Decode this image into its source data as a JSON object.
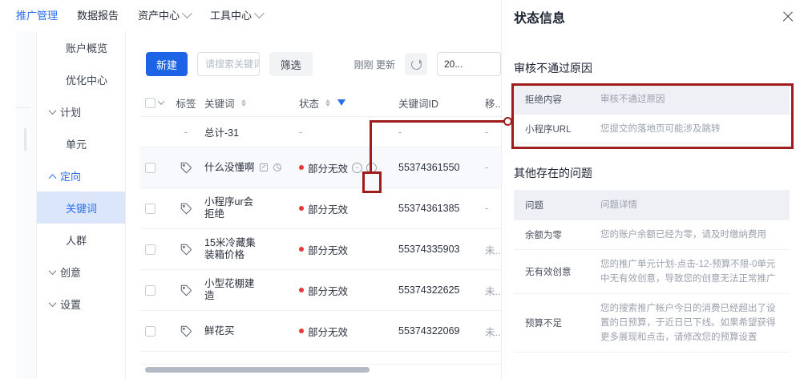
{
  "topnav": {
    "items": [
      {
        "label": "推广管理",
        "active": true,
        "caret": false
      },
      {
        "label": "数据报告",
        "active": false,
        "caret": false
      },
      {
        "label": "资产中心",
        "active": false,
        "caret": true
      },
      {
        "label": "工具中心",
        "active": false,
        "caret": true
      }
    ]
  },
  "sidebar": {
    "items": [
      {
        "label": "账户概览",
        "type": "leaf",
        "state": ""
      },
      {
        "label": "优化中心",
        "type": "leaf",
        "state": ""
      },
      {
        "label": "计划",
        "type": "group",
        "state": "collapsed"
      },
      {
        "label": "单元",
        "type": "leaf",
        "state": ""
      },
      {
        "label": "定向",
        "type": "group",
        "state": "expanded"
      },
      {
        "label": "关键词",
        "type": "leaf",
        "state": "selected"
      },
      {
        "label": "人群",
        "type": "leaf",
        "state": ""
      },
      {
        "label": "创意",
        "type": "group",
        "state": "collapsed"
      },
      {
        "label": "设置",
        "type": "group",
        "state": "collapsed"
      }
    ]
  },
  "toolbar": {
    "new_label": "新建",
    "search_placeholder": "请搜索关键词",
    "search_value": "",
    "filter_label": "筛选",
    "update_text": "刚刚 更新",
    "refresh_icon": "refresh-icon",
    "date_value": "20..."
  },
  "table": {
    "headers": {
      "tag": "标签",
      "keyword": "关键词",
      "status": "状态",
      "keyword_id": "关键词ID",
      "more": "移..."
    },
    "total_row": {
      "tag": "-",
      "keyword": "总计-31",
      "status": "-",
      "keyword_id": "-",
      "more": "-"
    },
    "rows": [
      {
        "keyword": "什么没懂啊",
        "has_edit_icon": true,
        "has_chart_icon": true,
        "status": "部分无效",
        "has_minus_icon": true,
        "has_info_icon": true,
        "keyword_id": "55374361550",
        "more": "-"
      },
      {
        "keyword": "小程序ur会拒绝",
        "has_edit_icon": false,
        "has_chart_icon": false,
        "status": "部分无效",
        "has_minus_icon": false,
        "has_info_icon": false,
        "keyword_id": "55374361385",
        "more": "-"
      },
      {
        "keyword": "15米冷藏集装箱价格",
        "has_edit_icon": false,
        "has_chart_icon": false,
        "status": "部分无效",
        "has_minus_icon": false,
        "has_info_icon": false,
        "keyword_id": "55374335903",
        "more": "未..."
      },
      {
        "keyword": "小型花棚建造",
        "has_edit_icon": false,
        "has_chart_icon": false,
        "status": "部分无效",
        "has_minus_icon": false,
        "has_info_icon": false,
        "keyword_id": "55374322625",
        "more": "未..."
      },
      {
        "keyword": "鲜花买",
        "has_edit_icon": false,
        "has_chart_icon": false,
        "status": "部分无效",
        "has_minus_icon": false,
        "has_info_icon": false,
        "keyword_id": "55374322069",
        "more": "未..."
      }
    ]
  },
  "panel": {
    "title": "状态信息",
    "close_icon": "close-icon",
    "reject_section": {
      "title": "审核不通过原因",
      "headers": {
        "key": "拒绝内容",
        "value": "审核不通过原因"
      },
      "rows": [
        {
          "key": "小程序URL",
          "value": "您提交的落地页可能涉及跳转"
        }
      ]
    },
    "issues_section": {
      "title": "其他存在的问题",
      "headers": {
        "key": "问题",
        "value": "问题详情"
      },
      "rows": [
        {
          "key": "余额为零",
          "value": "您的账户余额已经为零，请及时缴纳费用"
        },
        {
          "key": "无有效创意",
          "value": "您的推广单元计划-点击-12-预算不限-0单元中无有效创意，导致您的创意无法正常推广"
        },
        {
          "key": "预算不足",
          "value": "您的搜索推广帐户今日的消费已经超出了设置的日预算，于近日已下线。如果希望获得更多展现和点击，请修改您的预算设置"
        }
      ]
    }
  },
  "colors": {
    "accent": "#2a6ef0",
    "primary_button": "#1d63e6",
    "status_dot": "#e53935",
    "annotation": "#9e1c1c",
    "selected_sidebar": "#dce6fb",
    "panel_header_bg": "#eef0f5"
  }
}
